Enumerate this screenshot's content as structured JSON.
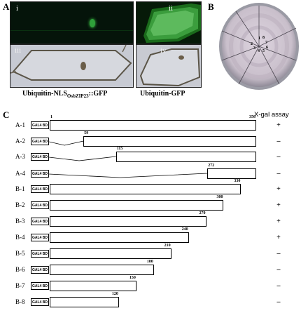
{
  "panelA": {
    "letter": "A",
    "sub_i": "i",
    "sub_ii": "ii",
    "sub_iii": "iii",
    "sub_iv": "iv",
    "caption_left_main": "Ubiquitin-NLS",
    "caption_left_sub": "OsbZIP23",
    "caption_left_tail": "::GFP",
    "caption_right": "Ubiquitin-GFP"
  },
  "panelB": {
    "letter": "B",
    "plate_labels": [
      "1",
      "2",
      "3",
      "4",
      "5",
      "6",
      "7",
      "8"
    ]
  },
  "panelC": {
    "letter": "C",
    "assay_header": "X-gal assay",
    "tag_label": "GAL4 BD",
    "constructs": [
      {
        "name": "A-1",
        "start": 1,
        "end": 356,
        "result": "+"
      },
      {
        "name": "A-2",
        "start": 59,
        "end": 356,
        "result": "–"
      },
      {
        "name": "A-3",
        "start": 115,
        "end": 356,
        "result": "–"
      },
      {
        "name": "A-4",
        "start": 272,
        "end": 356,
        "result": "–"
      },
      {
        "name": "B-1",
        "start": 1,
        "end": 330,
        "result": "+"
      },
      {
        "name": "B-2",
        "start": 1,
        "end": 300,
        "result": "+"
      },
      {
        "name": "B-3",
        "start": 1,
        "end": 270,
        "result": "+"
      },
      {
        "name": "B-4",
        "start": 1,
        "end": 240,
        "result": "+"
      },
      {
        "name": "B-5",
        "start": 1,
        "end": 210,
        "result": "–"
      },
      {
        "name": "B-6",
        "start": 1,
        "end": 180,
        "result": "–"
      },
      {
        "name": "B-7",
        "start": 1,
        "end": 150,
        "result": "–"
      },
      {
        "name": "B-8",
        "start": 1,
        "end": 120,
        "result": "–"
      }
    ],
    "label_A1_start": "1",
    "label_A1_end": "356",
    "label_A2_start": "59",
    "label_A3_start": "115",
    "label_A4_start": "272",
    "label_B1_end": "330",
    "label_B2_end": "300",
    "label_B3_end": "270",
    "label_B4_end": "240",
    "label_B5_end": "210",
    "label_B6_end": "180",
    "label_B7_end": "150",
    "label_B8_end": "120"
  }
}
